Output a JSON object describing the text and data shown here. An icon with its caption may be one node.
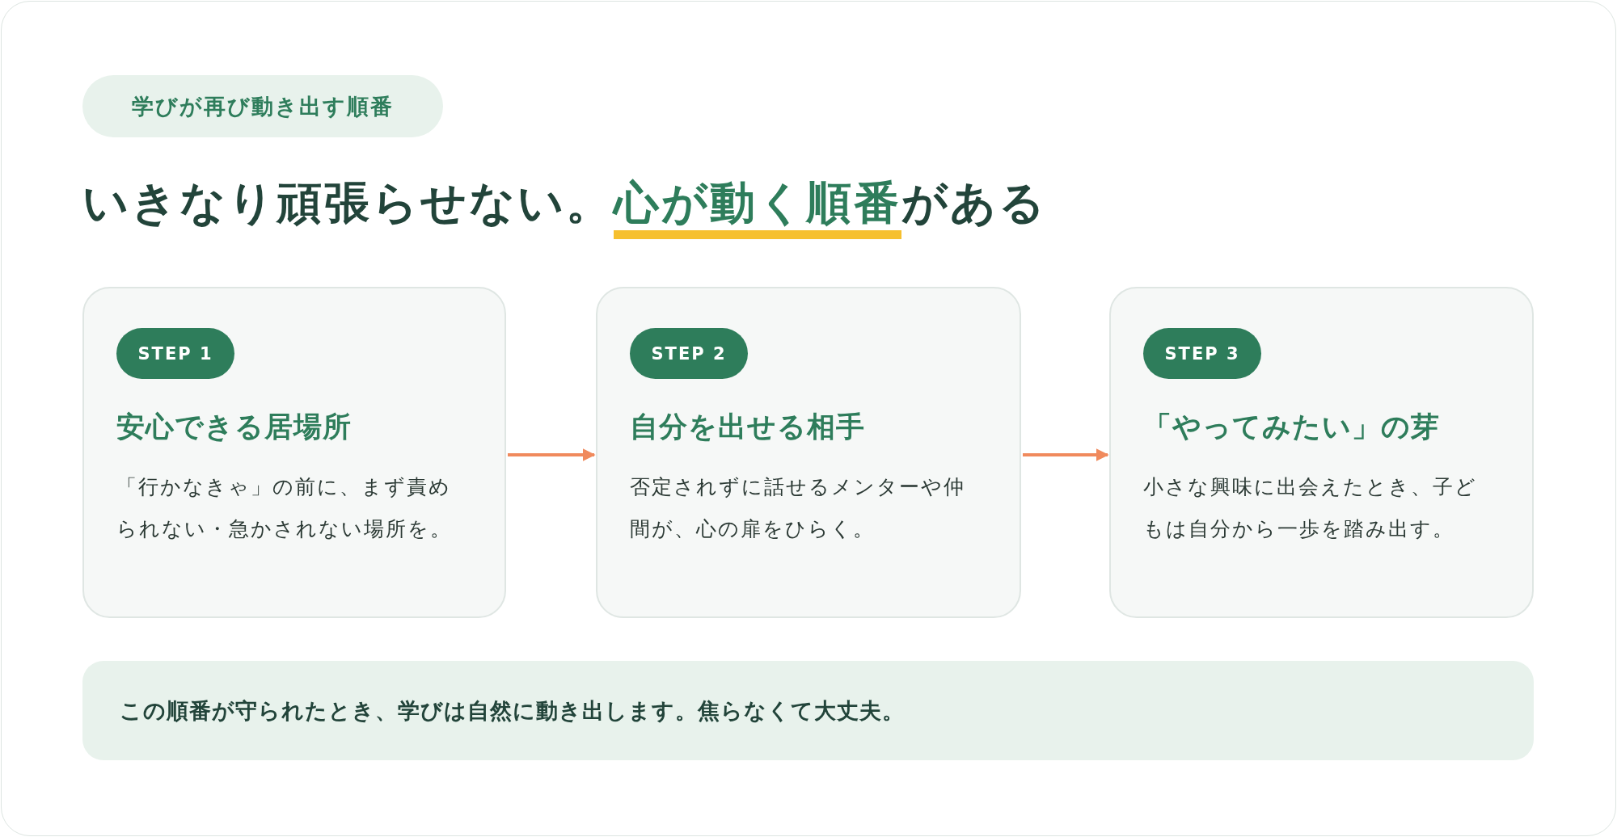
{
  "diagram": {
    "title": "いきなり頑張らせない。**心が動く順番**がある",
    "nodes": [
      {
        "text": [
          "学びが再び動き出す順番"
        ]
      },
      {
        "text": [
          "STEP 1",
          "安心できる居場所",
          "「行かなきゃ」の前に、まず責められない・急かされない場所を。"
        ]
      },
      {
        "text": [
          "STEP 2",
          "自分を出せる相手",
          "否定されずに話せるメンターや仲間が、心の扉をひらく。"
        ]
      },
      {
        "text": [
          "STEP 3",
          "「やってみたい」の芽",
          "小さな興味に出会えたとき、子どもは自分から一歩を踏み出す。"
        ]
      },
      {
        "text": [
          "この順番が守られたとき、学びは自然に動き出します。焦らなくて大丈夫。"
        ]
      }
    ],
    "edges": [
      {
        "from": 1,
        "to": 2,
        "arrow": "to"
      },
      {
        "from": 2,
        "to": 3,
        "arrow": "to"
      }
    ]
  }
}
